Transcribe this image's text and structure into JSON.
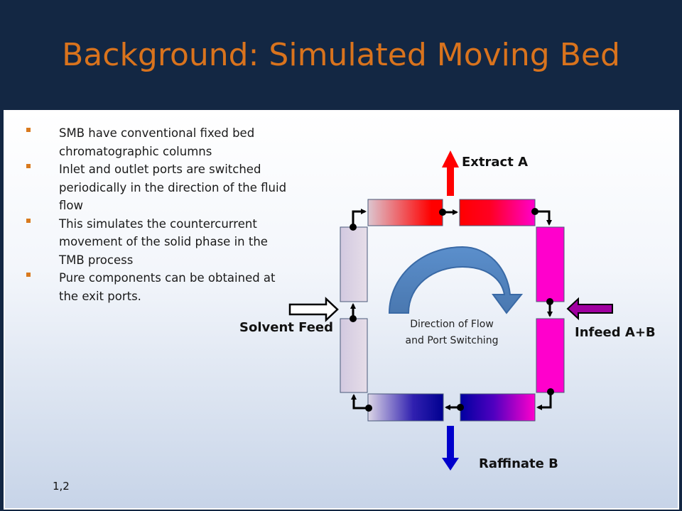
{
  "title": "Background: Simulated Moving Bed",
  "bullets": [
    "SMB have conventional fixed bed chromatographic columns",
    "Inlet and outlet ports are switched periodically in the direction of the fluid flow",
    "This simulates the countercurrent movement of the solid phase in the TMB process",
    "Pure components can be obtained at the exit ports."
  ],
  "reference": "1,2",
  "diagram": {
    "extract_label": "Extract A",
    "raffinate_label": "Raffinate B",
    "solvent_label": "Solvent Feed",
    "infeed_label": "Infeed A+B",
    "flow_caption_line1": "Direction of Flow",
    "flow_caption_line2": "and Port Switching"
  },
  "colors": {
    "title": "#d9731d",
    "extract_red": "#ff0000",
    "raffinate_blue": "#0000cc",
    "magenta": "#ff00cc",
    "infeed_purple": "#a000a0",
    "flow_arrow_blue": "#4f81bd"
  }
}
